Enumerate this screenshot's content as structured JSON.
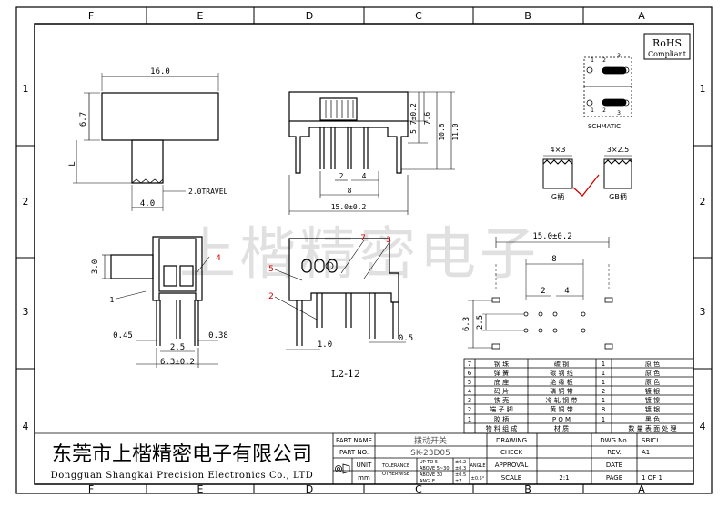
{
  "grid": {
    "columns": [
      "F",
      "E",
      "D",
      "C",
      "B",
      "A"
    ],
    "rows": [
      "1",
      "2",
      "3",
      "4"
    ]
  },
  "rohs": {
    "title": "RoHS",
    "sub": "Compliant"
  },
  "schematic": {
    "label": "SCHMATIC",
    "pins_top": [
      "1",
      "2",
      "3"
    ],
    "pins_bottom": [
      "1",
      "2",
      "3"
    ]
  },
  "dims": {
    "slider_width": "16.0",
    "slider_height": "6.7",
    "L": "L",
    "travel": "2.0TRAVEL",
    "shaft": "4.0",
    "h57": "5.7±0.2",
    "h76": "7.6",
    "h106": "10.6",
    "h110": "11.0",
    "pitch2": "2",
    "pitch4": "4",
    "span8": "8",
    "body15": "15.0±0.2",
    "side30": "3.0",
    "p045": "0.45",
    "p25": "2.5",
    "p038": "0.38",
    "p63": "6.3±0.2",
    "p10": "1.0",
    "p05": "0.5",
    "fp15": "15.0±0.2",
    "fp8": "8",
    "fp2": "2",
    "fp4": "4",
    "fp63": "6.3",
    "fp25": "2.5",
    "g43": "4×3",
    "g325": "3×2.5",
    "g_label": "G柄",
    "gb_label": "GB柄"
  },
  "callouts": {
    "c1": "1",
    "c2": "2",
    "c3": "3",
    "c4": "4",
    "c5": "5",
    "c7": "7"
  },
  "model_label": "L2-12",
  "watermark": "上楷精密电子",
  "company": {
    "cn": "东莞市上楷精密电子有限公司",
    "en": "Dongguan Shangkai Precision Electronics Co., LTD"
  },
  "bom": [
    {
      "no": "7",
      "name": "钢  珠",
      "mat": "碳  钢",
      "qty": "1",
      "fin": "原  色"
    },
    {
      "no": "6",
      "name": "弹  簧",
      "mat": "碳 钢 线",
      "qty": "1",
      "fin": "原  色"
    },
    {
      "no": "5",
      "name": "底  座",
      "mat": "绝 缘 板",
      "qty": "1",
      "fin": "原  色"
    },
    {
      "no": "4",
      "name": "码  片",
      "mat": "磷 铜 带",
      "qty": "2",
      "fin": "镀  银"
    },
    {
      "no": "3",
      "name": "铁  壳",
      "mat": "冷 轧 钢 带",
      "qty": "1",
      "fin": "镀  镍"
    },
    {
      "no": "2",
      "name": "端 子 脚",
      "mat": "黄 铜 带",
      "qty": "8",
      "fin": "镀  银"
    },
    {
      "no": "1",
      "name": "胶  柄",
      "mat": "P O M",
      "qty": "1",
      "fin": "黑  色"
    },
    {
      "no": "",
      "name": "物 料 组 成",
      "mat": "材  质",
      "qty": "",
      "fin": "数 量 表 面 处 理"
    }
  ],
  "title_block": {
    "part_name_label": "PART NAME",
    "part_name": "拨动开关",
    "part_no_label": "PART NO.",
    "part_no": "SK-23D05",
    "unit_label": "UNIT",
    "unit": "mm",
    "tolerance_label": "TOLERANCE",
    "otherwise_label": "OTHERWISE",
    "tol1": "UP TO 5",
    "tol1v": "±0.2",
    "tol2": "ABOVE 5~30",
    "tol2v": "±0.3",
    "tol3": "ABOVE 30",
    "tol3v": "±0.5",
    "tol4": "ANGLE",
    "tol4v": "±7",
    "angle_label": "ANGLE",
    "angle_val": "±0.5°",
    "drawing_label": "DRAWING",
    "check_label": "CHECK",
    "approval_label": "APPROVAL",
    "scale_label": "SCALE",
    "scale": "2:1",
    "dwg_label": "DWG.No.",
    "dwg": "SBICL",
    "rev_label": "REV.",
    "rev": "A1",
    "date_label": "DATE",
    "date": "",
    "page_label": "PAGE",
    "page": "1 OF 1"
  }
}
